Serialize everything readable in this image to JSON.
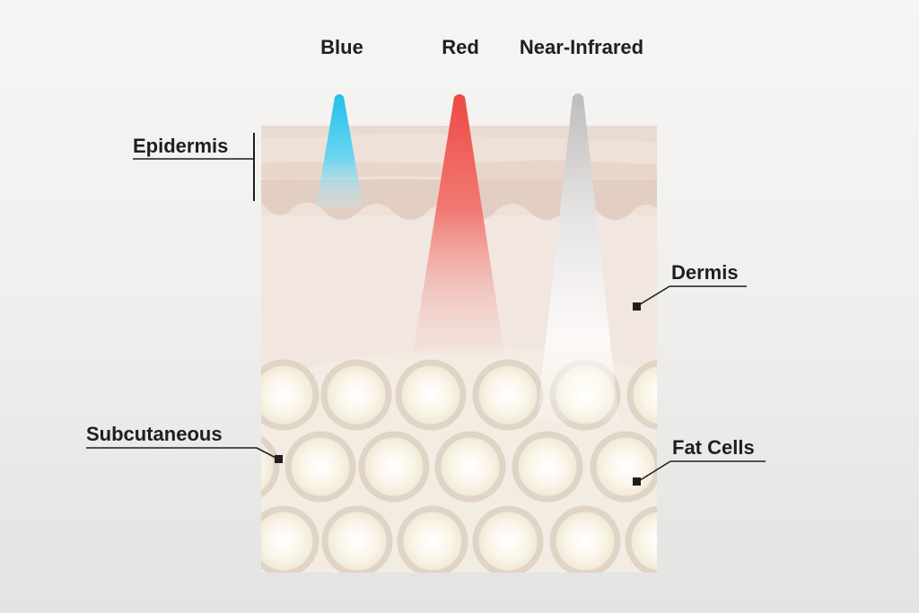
{
  "light_types": [
    {
      "label": "Blue",
      "color": "#3ec6ea"
    },
    {
      "label": "Red",
      "color": "#ee5f5a"
    },
    {
      "label": "Near-Infrared",
      "color": "#c9c9c9"
    }
  ],
  "layers": {
    "epidermis": "Epidermis",
    "dermis": "Dermis",
    "subcutaneous": "Subcutaneous",
    "fat_cells": "Fat Cells"
  },
  "colors": {
    "skin_top": "#efe2da",
    "skin_band": "#e9d8cd",
    "dermis": "#f1e6e0",
    "subcutaneous": "#f2ece3",
    "fat_ring": "#e0d4c6",
    "fat_core": "#fbf7ec",
    "marker": "#1e1e1e"
  }
}
